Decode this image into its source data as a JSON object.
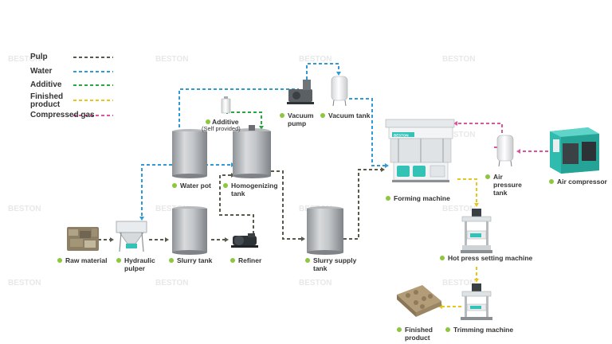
{
  "legend": [
    {
      "label": "Pulp",
      "color": "#5a5a4a"
    },
    {
      "label": "Water",
      "color": "#2e9bd6"
    },
    {
      "label": "Additive",
      "color": "#27a844"
    },
    {
      "label": "Finished product",
      "color": "#e8c51a"
    },
    {
      "label": "Compressed gas",
      "color": "#d9559e"
    }
  ],
  "nodes": {
    "raw_material": "Raw material",
    "hydraulic_pulper": "Hydraulic pulper",
    "slurry_tank": "Slurry tank",
    "refiner": "Refiner",
    "slurry_supply_tank": "Slurry supply tank",
    "water_pot": "Water pot",
    "homogenizing_tank": "Homogenizing tank",
    "additive": "Additive",
    "additive_note": "(Self provided)",
    "vacuum_pump": "Vacuum pump",
    "vacuum_tank": "Vacuum tank",
    "forming_machine": "Forming machine",
    "air_pressure_tank": "Air pressure tank",
    "air_compressor": "Air compressor",
    "hot_press": "Hot press setting machine",
    "trimming_machine": "Trimming machine",
    "finished_product": "Finished product"
  },
  "brand": "BESTON",
  "colors": {
    "accent_dot": "#8dc63f",
    "tank_steel": "#b9bcbf",
    "machine_teal": "#33c3b6"
  }
}
